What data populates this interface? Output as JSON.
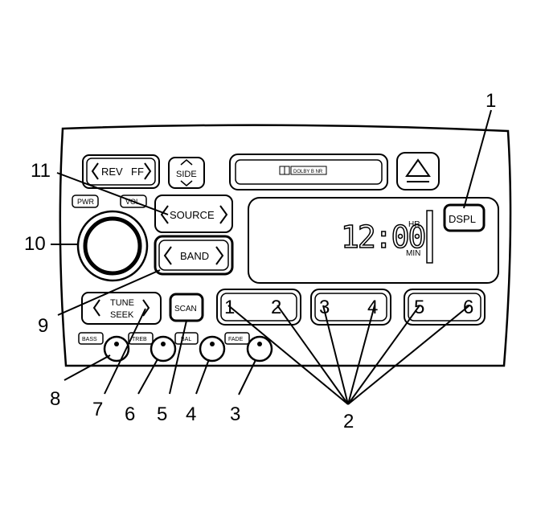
{
  "radio": {
    "rev_label": "REV",
    "ff_label": "FF",
    "side_label": "SIDE",
    "dolby_label": "DOLBY B NR",
    "pwr_label": "PWR",
    "vol_label": "VOL",
    "source_label": "SOURCE",
    "band_label": "BAND",
    "dspl_label": "DSPL",
    "display_time": "12:00",
    "hr_label": "HR",
    "min_label": "MIN",
    "tune_label": "TUNE",
    "seek_label": "SEEK",
    "scan_label": "SCAN",
    "presets": [
      "1",
      "2",
      "3",
      "4",
      "5",
      "6"
    ],
    "bass_label": "BASS",
    "treb_label": "TREB",
    "bal_label": "BAL",
    "fade_label": "FADE"
  },
  "callouts": {
    "c1": "1",
    "c2": "2",
    "c3": "3",
    "c4": "4",
    "c5": "5",
    "c6": "6",
    "c7": "7",
    "c8": "8",
    "c9": "9",
    "c10": "10",
    "c11": "11"
  }
}
